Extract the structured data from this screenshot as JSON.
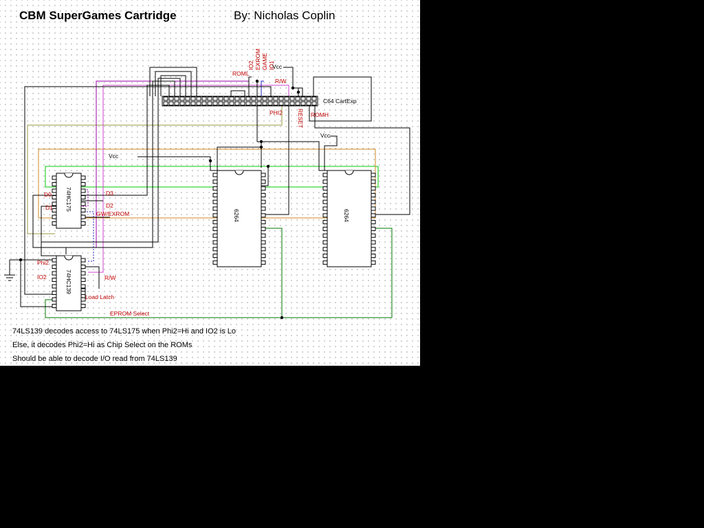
{
  "title": "CBM SuperGames Cartridge",
  "author": "By: Nicholas Coplin",
  "connector": {
    "label": "C64 CartExp"
  },
  "chips": {
    "latch": "74HC175",
    "decoder": "74HC139",
    "ram_left": "6264",
    "ram_right": "6264"
  },
  "signals": {
    "io2_top": "IO2",
    "exrom_top": "EXROM",
    "game_top": "GAME",
    "io1_top": "IO1",
    "roml": "ROML",
    "vcc_top": "Vcc",
    "rw_top": "R/W",
    "phi2_top": "PHI2",
    "reset": "RESET",
    "romh": "ROMH",
    "vcc_mid": "Vcc",
    "vcc_right": "Vcc",
    "d0": "D0",
    "d1": "D1",
    "d2": "D2",
    "d3": "D3",
    "gw_exrom": "GW/EXROM",
    "phi2_left": "Phi2",
    "io2_left": "IO2",
    "rw_left": "R/W",
    "load_latch": "Load Latch",
    "eprom_select": "EPROM Select"
  },
  "notes": [
    "74LS139 decodes access to 74LS175 when Phi2=Hi and IO2 is Lo",
    "Else, it decodes Phi2=Hi as Chip Select on the ROMs",
    "Should be able to decode I/O read from 74LS139"
  ],
  "colors": {
    "wire_black": "#000000",
    "wire_green_light": "#00cc00",
    "wire_green_dark": "#007700",
    "wire_orange": "#d08a20",
    "wire_purple": "#9b00a8",
    "wire_blue": "#2020c0",
    "wire_magenta": "#cc44cc",
    "label_red": "#c00000"
  }
}
